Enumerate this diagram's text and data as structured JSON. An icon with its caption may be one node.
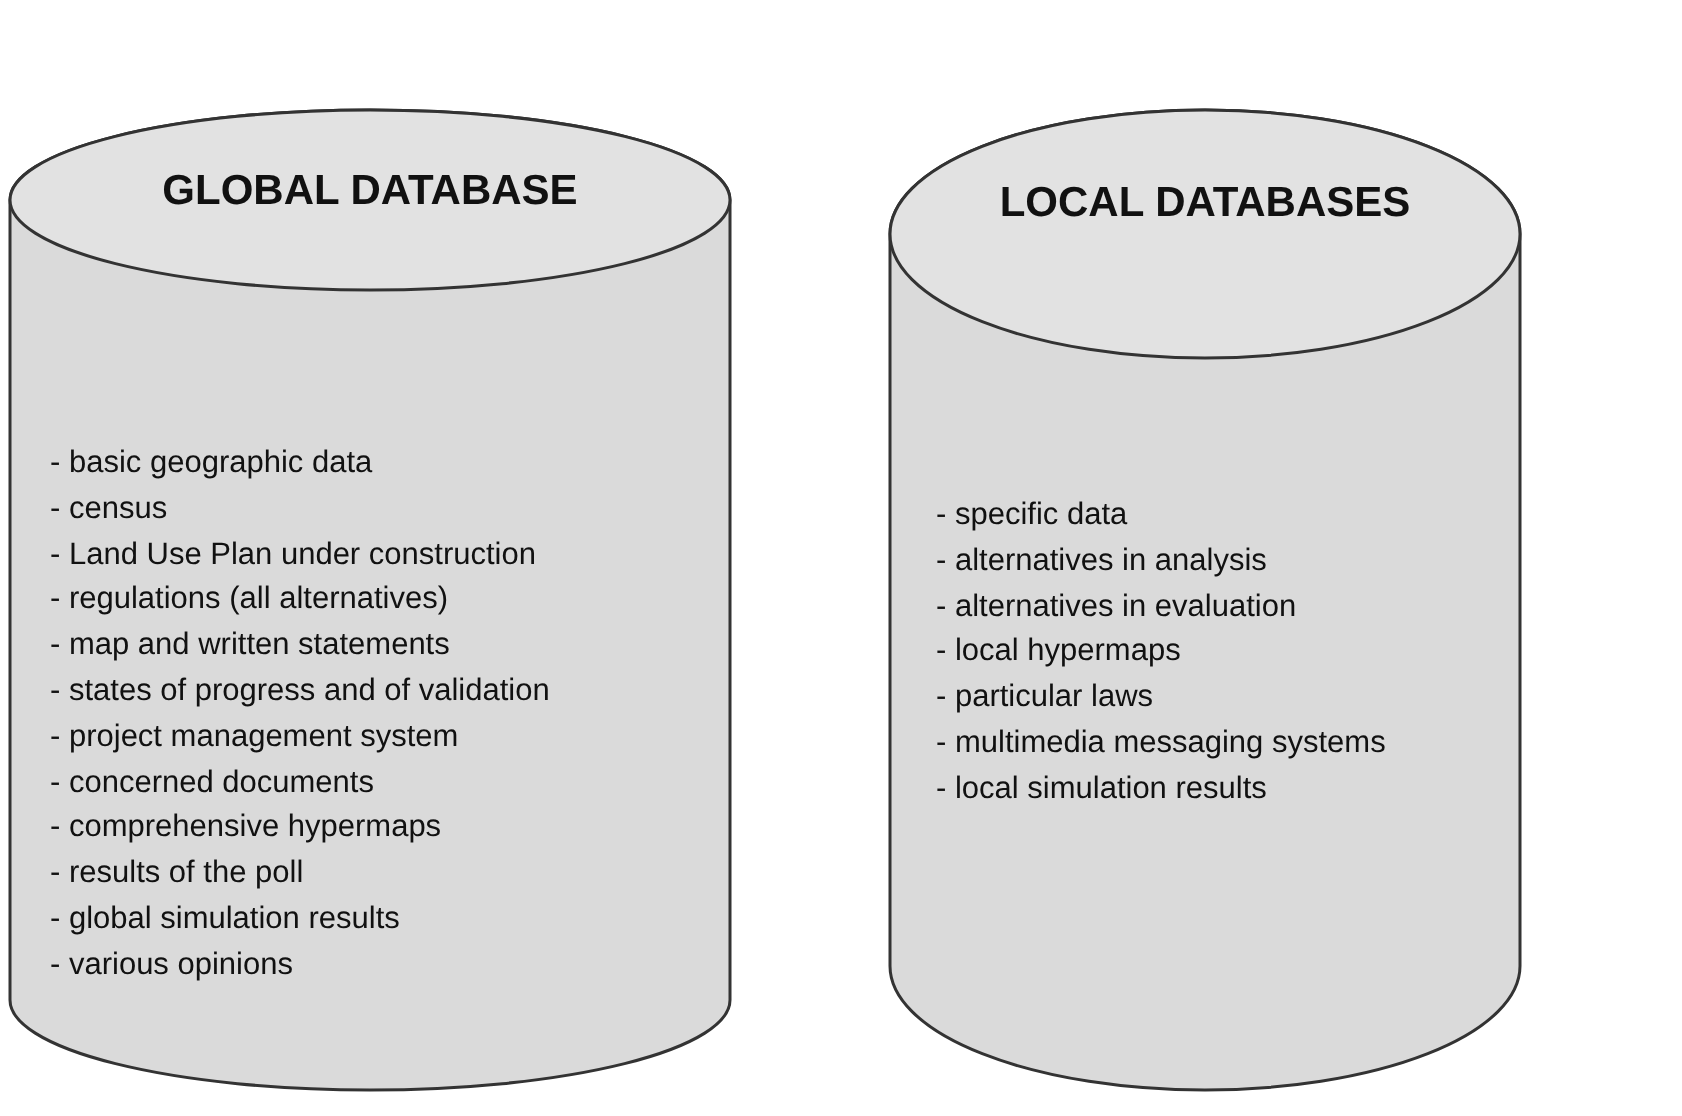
{
  "diagram": {
    "nodes": [
      {
        "text": [
          "GLOBAL DATABASE",
          "- basic geographic data",
          "- census",
          "- Land Use Plan under construction",
          "- regulations (all alternatives)",
          "- map and written statements",
          "- states of progress and of validation",
          "- project management system",
          "- concerned documents",
          "- comprehensive hypermaps",
          "- results of the poll",
          "- global simulation results",
          "- various opinions"
        ]
      },
      {
        "text": [
          "LOCAL DATABASES",
          "- specific data",
          "- alternatives in analysis",
          "- alternatives in evaluation",
          "- local hypermaps",
          "- particular laws",
          "- multimedia messaging systems",
          "- local simulation results"
        ]
      }
    ]
  }
}
